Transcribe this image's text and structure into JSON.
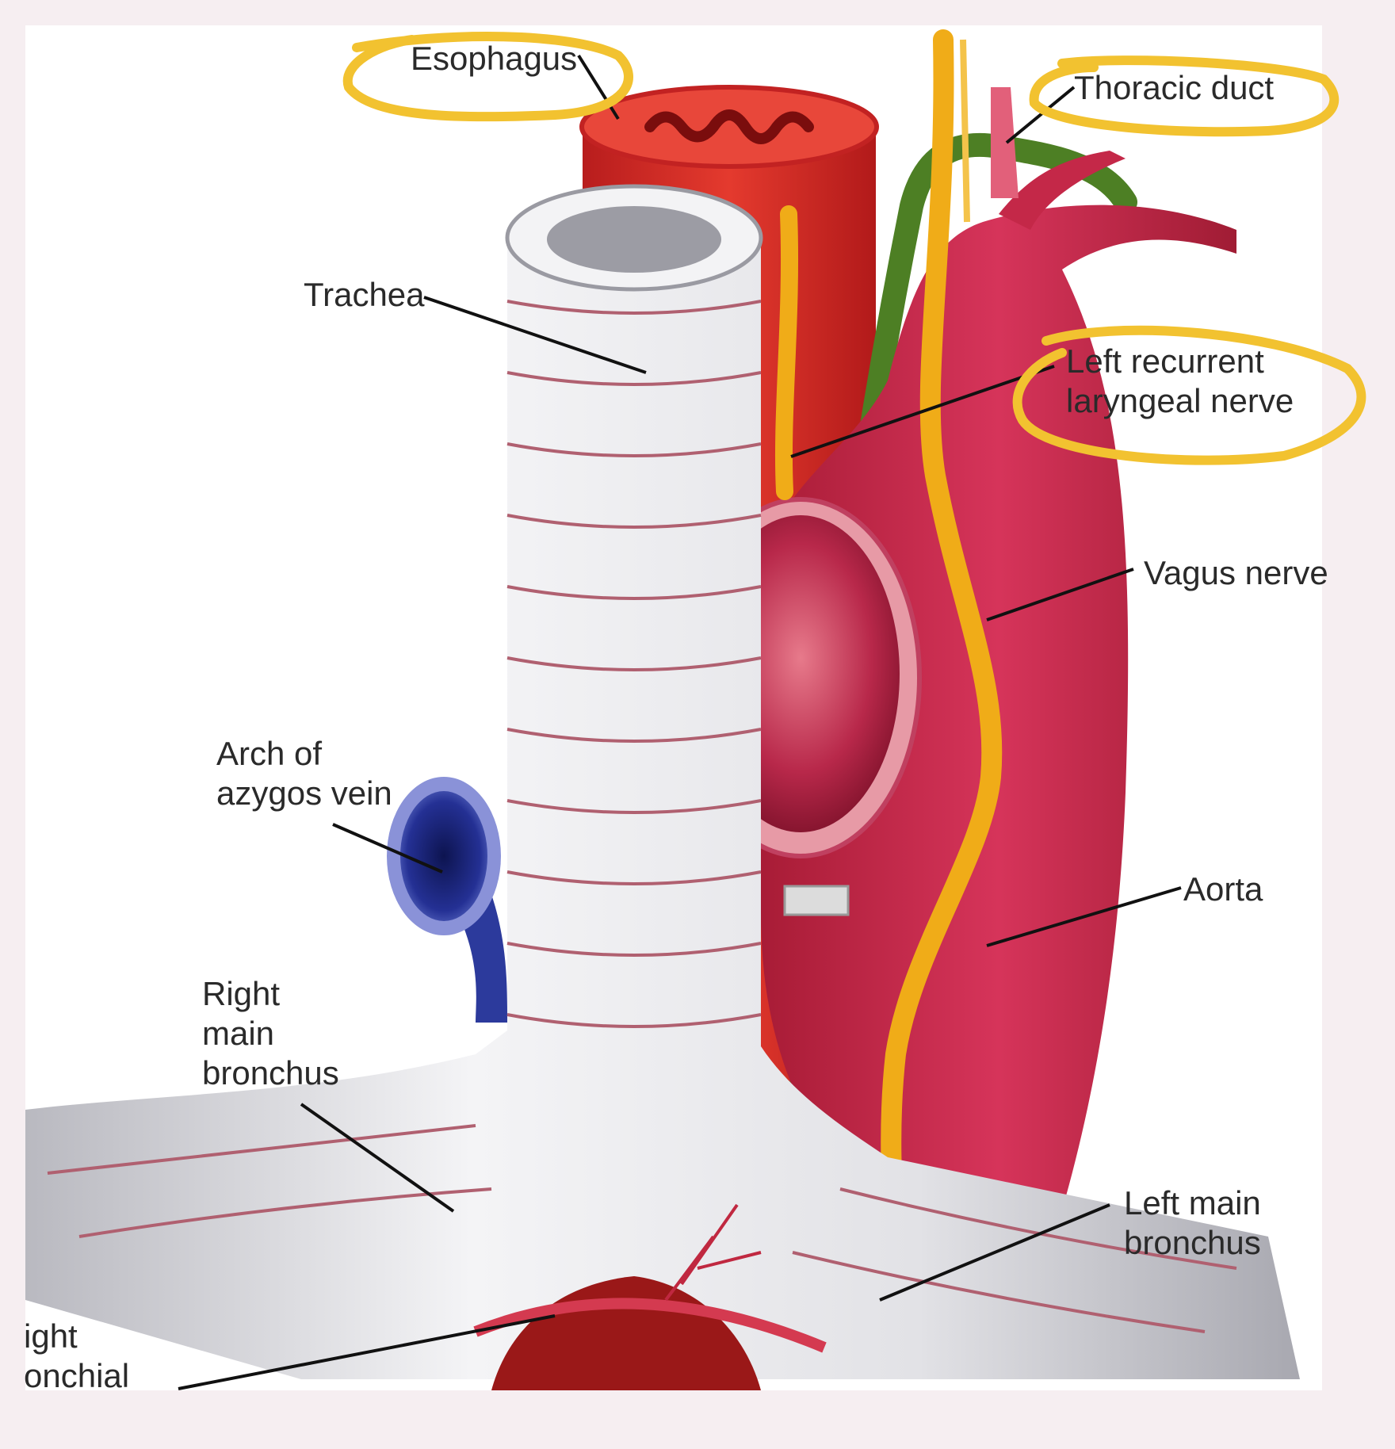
{
  "diagram": {
    "labels": {
      "esophagus": "Esophagus",
      "thoracic_duct": "Thoracic duct",
      "trachea": "Trachea",
      "left_recurrent_1": "Left recurrent",
      "left_recurrent_2": "laryngeal nerve",
      "vagus_nerve": "Vagus nerve",
      "arch_azygos_1": "Arch of",
      "arch_azygos_2": "azygos vein",
      "aorta": "Aorta",
      "right_main_1": "Right",
      "right_main_2": "main",
      "right_main_3": "bronchus",
      "left_main_1": "Left main",
      "left_main_2": "bronchus",
      "right_bronchial_1": "ight",
      "right_bronchial_2": "onchial"
    },
    "highlighted_labels": [
      "Esophagus",
      "Thoracic duct",
      "Left recurrent laryngeal nerve"
    ],
    "colors": {
      "highlight": "#f2c230",
      "aorta": "#cc2b45",
      "esophagus": "#d83030",
      "nerve": "#f0b020",
      "duct": "#5a8a2a",
      "azygos": "#1f2a80",
      "trachea": "#e6e6ea"
    }
  }
}
